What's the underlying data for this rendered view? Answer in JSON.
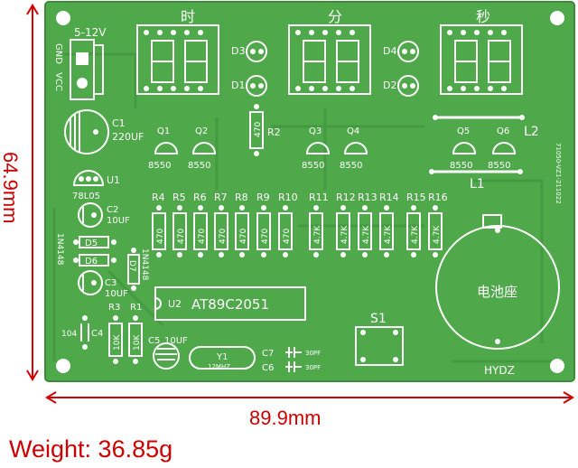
{
  "board": {
    "colors": {
      "board": "#4fa84a",
      "silkscreen": "#ffffff",
      "dimension": "#d40000"
    },
    "labels": {
      "time_hour": "时",
      "time_min": "分",
      "time_sec": "秒",
      "power": "5-12V",
      "gnd": "GND",
      "vcc": "VCC",
      "c1": "C1",
      "c1_val": "220UF",
      "u1": "U1",
      "u1_val": "78L05",
      "c2": "C2",
      "c2_val": "10UF",
      "in4148": "1N4148",
      "in4148b": "1N4148",
      "d5": "D5",
      "d6": "D6",
      "d7": "D7",
      "c3": "C3",
      "c3_val": "10UF",
      "r3": "R3",
      "r1": "R1",
      "c4": "C4",
      "c4_val": "104",
      "r_10k_a": "10K",
      "r_10k_b": "10K",
      "u2": "U2",
      "mcu": "AT89C2051",
      "c5": "C5",
      "c5_val": "10UF",
      "y1": "Y1",
      "y1_val": "12MHZ",
      "c7": "C7",
      "c6": "C6",
      "pf30a": "30PF",
      "pf30b": "30PF",
      "s1": "S1",
      "battery": "电池座",
      "brand": "HYDZ",
      "l1": "L1",
      "l2": "L2",
      "d1": "D1",
      "d2": "D2",
      "d3": "D3",
      "d4": "D4",
      "r2": "R2",
      "r2_val": "470",
      "q1": "Q1",
      "q2": "Q2",
      "q3": "Q3",
      "q4": "Q4",
      "q5": "Q5",
      "q6": "Q6",
      "q_val": "8550",
      "vertical_code": "71050-VZ1-211022"
    },
    "resistors": [
      {
        "ref": "R4",
        "val": "470"
      },
      {
        "ref": "R5",
        "val": "470"
      },
      {
        "ref": "R6",
        "val": "470"
      },
      {
        "ref": "R7",
        "val": "470"
      },
      {
        "ref": "R8",
        "val": "470"
      },
      {
        "ref": "R9",
        "val": "470"
      },
      {
        "ref": "R10",
        "val": "470"
      },
      {
        "ref": "R11",
        "val": "4.7K"
      },
      {
        "ref": "R12",
        "val": "4.7K"
      },
      {
        "ref": "R13",
        "val": "4.7K"
      },
      {
        "ref": "R14",
        "val": "4.7K"
      },
      {
        "ref": "R15",
        "val": "4.7K"
      },
      {
        "ref": "R16",
        "val": "4.7K"
      }
    ]
  },
  "dimensions": {
    "height": "64.9mm",
    "width": "89.9mm"
  },
  "weight": "Weight: 36.85g"
}
